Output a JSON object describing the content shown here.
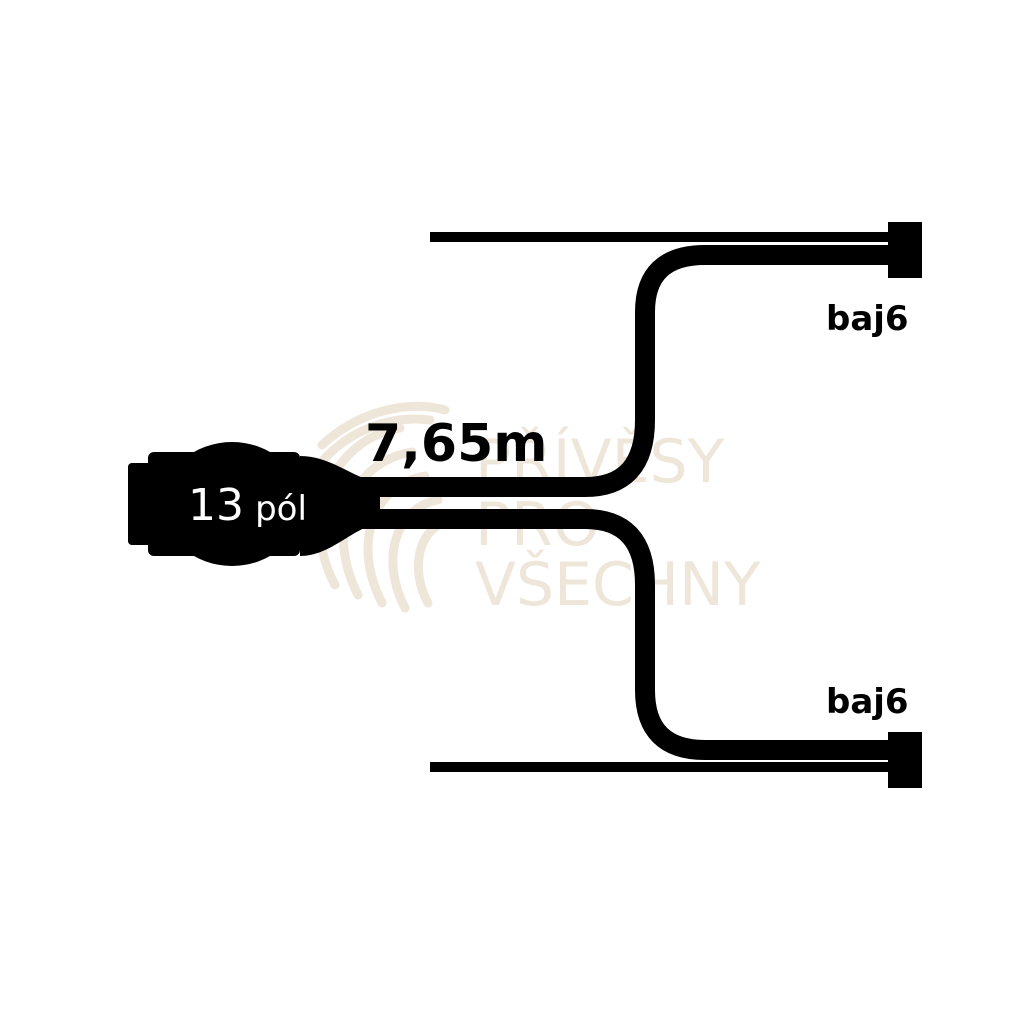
{
  "connector": {
    "label_number": "13",
    "label_unit": "pól"
  },
  "cable": {
    "length_label": "7,65m"
  },
  "outputs": [
    {
      "label": "baj6"
    },
    {
      "label": "baj6"
    }
  ],
  "watermark": {
    "lines": [
      "PŘÍVĚSY",
      "PRO",
      "VŠECHNY"
    ]
  },
  "colors": {
    "ink": "#000000",
    "background": "#ffffff",
    "watermark": "#efe6da",
    "connector_text": "#ffffff"
  }
}
